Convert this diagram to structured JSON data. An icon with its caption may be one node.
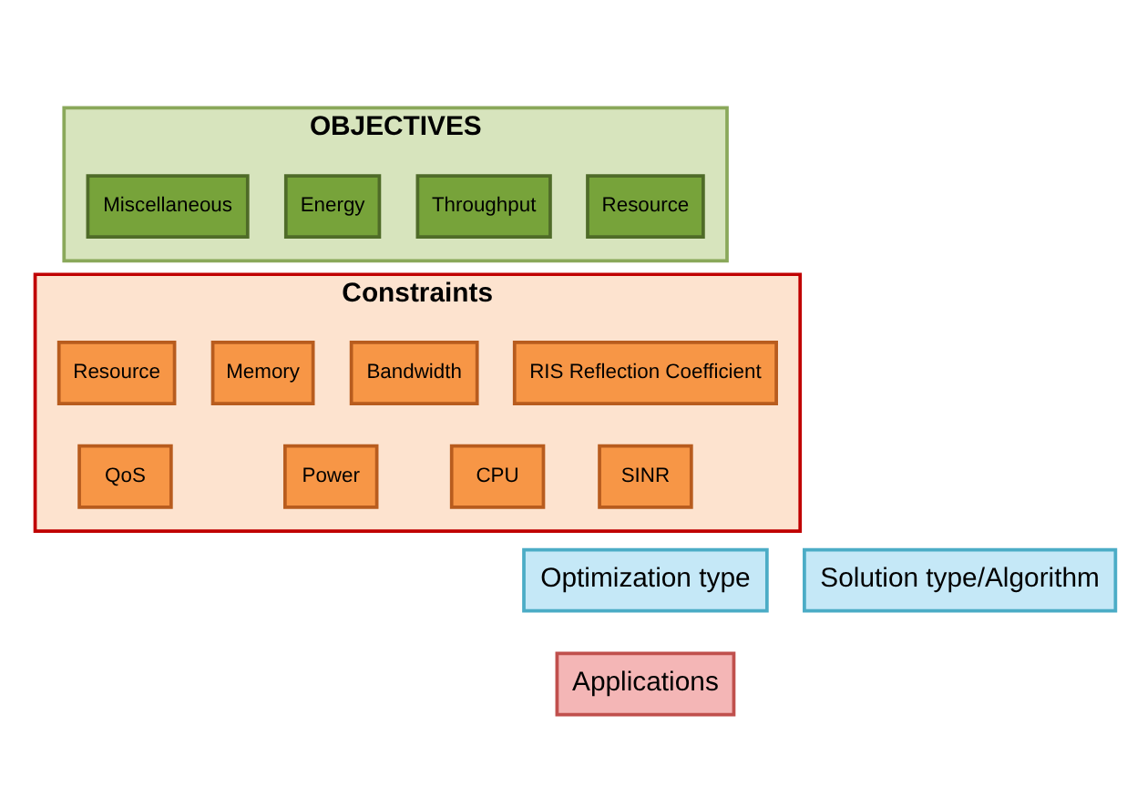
{
  "diagram": {
    "nodes": [
      {
        "text": [
          "OBJECTIVES"
        ]
      },
      {
        "text": [
          "Resource"
        ],
        "in": 0
      },
      {
        "text": [
          "Throughput"
        ],
        "in": 0
      },
      {
        "text": [
          "Energy"
        ],
        "in": 0
      },
      {
        "text": [
          "Miscellaneous"
        ],
        "in": 0
      },
      {
        "text": [
          "Constraints"
        ]
      },
      {
        "text": [
          "RIS Reflection Coefficient"
        ],
        "in": 5
      },
      {
        "text": [
          "Bandwidth"
        ],
        "in": 5
      },
      {
        "text": [
          "Memory"
        ],
        "in": 5
      },
      {
        "text": [
          "Resource"
        ],
        "in": 5
      },
      {
        "text": [
          "SINR"
        ],
        "in": 5
      },
      {
        "text": [
          "CPU"
        ],
        "in": 5
      },
      {
        "text": [
          "Power"
        ],
        "in": 5
      },
      {
        "text": [
          "QoS"
        ],
        "in": 5
      },
      {
        "text": [
          "Optimization type"
        ]
      },
      {
        "text": [
          "Solution type/Algorithm"
        ]
      },
      {
        "text": [
          "Applications"
        ]
      }
    ],
    "edges": []
  }
}
